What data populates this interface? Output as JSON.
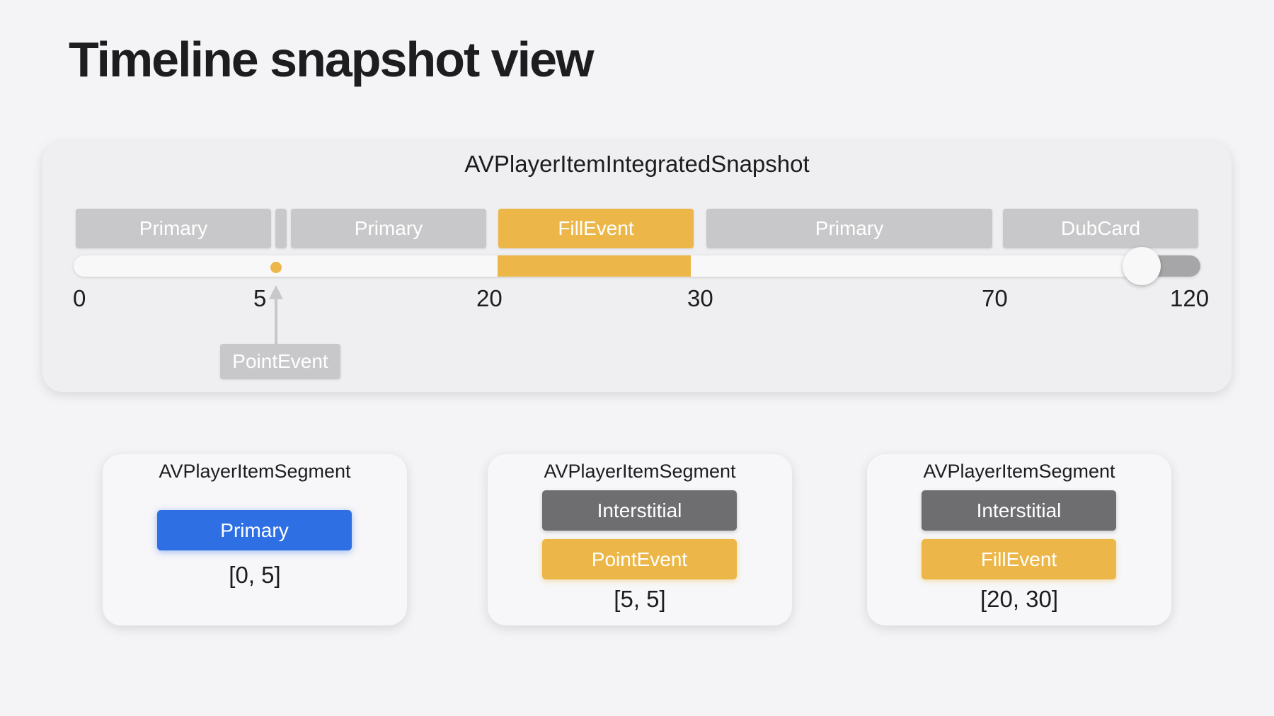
{
  "title": "Timeline snapshot view",
  "snapshot": {
    "title": "AVPlayerItemIntegratedSnapshot",
    "segments": [
      {
        "label": "Primary"
      },
      {
        "label": ""
      },
      {
        "label": "Primary"
      },
      {
        "label": "FillEvent"
      },
      {
        "label": "Primary"
      },
      {
        "label": "DubCard"
      }
    ],
    "ticks": [
      "0",
      "5",
      "20",
      "30",
      "70",
      "120"
    ],
    "point_event_label": "PointEvent"
  },
  "segment_cards": [
    {
      "title": "AVPlayerItemSegment",
      "chips": [
        "Primary"
      ],
      "range": "[0, 5]"
    },
    {
      "title": "AVPlayerItemSegment",
      "chips": [
        "Interstitial",
        "PointEvent"
      ],
      "range": "[5, 5]"
    },
    {
      "title": "AVPlayerItemSegment",
      "chips": [
        "Interstitial",
        "FillEvent"
      ],
      "range": "[20, 30]"
    }
  ],
  "colors": {
    "primary_segment": "#c8c8ca",
    "event": "#ecb748",
    "primary_blue": "#2f6fe4",
    "interstitial": "#6e6e70"
  }
}
